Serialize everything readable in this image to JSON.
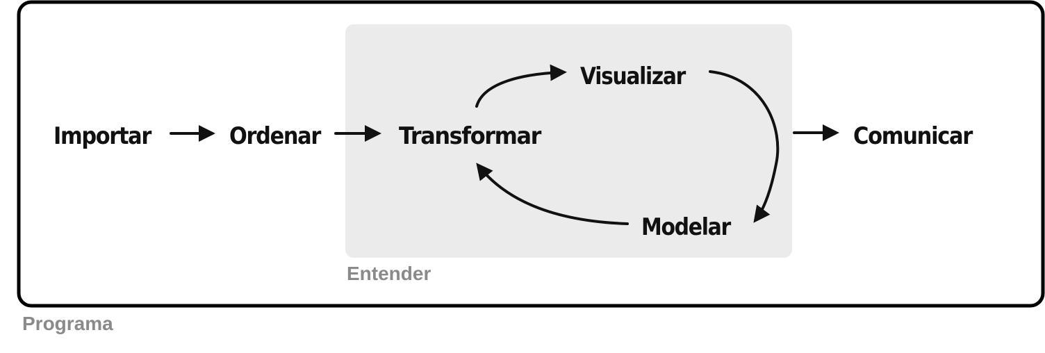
{
  "outer_group": {
    "label": "Programa"
  },
  "inner_group": {
    "label": "Entender"
  },
  "nodes": {
    "importar": "Importar",
    "ordenar": "Ordenar",
    "transformar": "Transformar",
    "visualizar": "Visualizar",
    "modelar": "Modelar",
    "comunicar": "Comunicar"
  },
  "colors": {
    "text": "#111111",
    "group_label": "#8a8a8a",
    "inner_fill": "#ebebeb",
    "outer_stroke": "#000000"
  }
}
